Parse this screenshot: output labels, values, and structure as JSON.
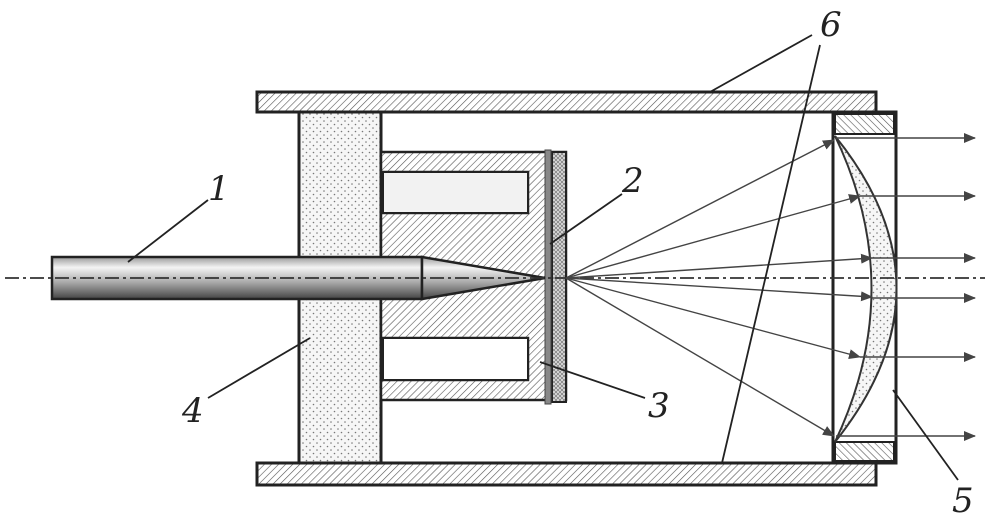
{
  "figure": {
    "labels": {
      "rod": "1",
      "target_plate": "2",
      "holder": "3",
      "insulator": "4",
      "lens": "5",
      "housing": "6"
    },
    "colors": {
      "stroke": "#222222",
      "hatch": "#555555",
      "dots": "#777777",
      "rod_dark": "#555555",
      "rod_light": "#f2f2f2"
    }
  }
}
